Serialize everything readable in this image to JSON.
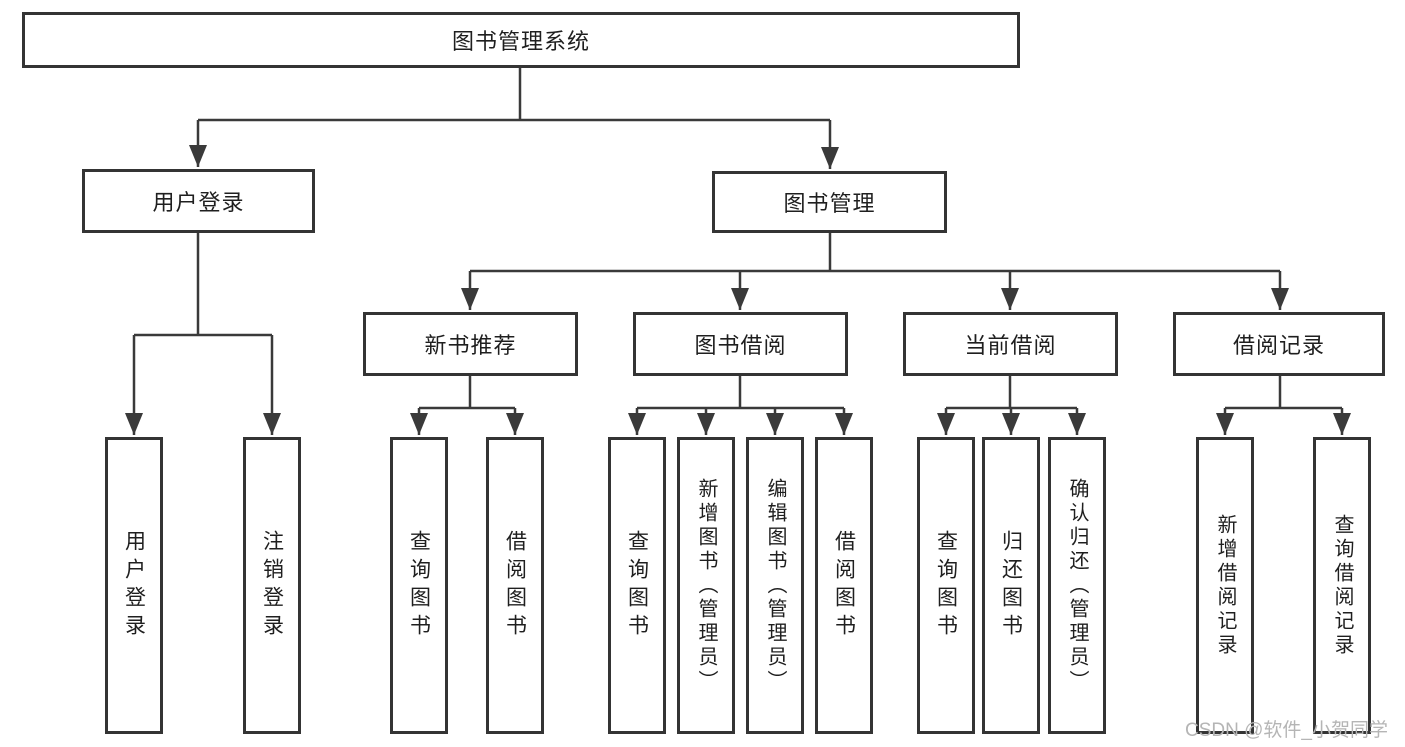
{
  "tree": {
    "root": {
      "label": "图书管理系统"
    },
    "branches": [
      {
        "label": "用户登录",
        "children": [
          {
            "label": "用户登录"
          },
          {
            "label": "注销登录"
          }
        ]
      },
      {
        "label": "图书管理",
        "sections": [
          {
            "label": "新书推荐",
            "children": [
              {
                "label": "查询图书"
              },
              {
                "label": "借阅图书"
              }
            ]
          },
          {
            "label": "图书借阅",
            "children": [
              {
                "label": "查询图书"
              },
              {
                "label": "新增图书（管理员）"
              },
              {
                "label": "编辑图书（管理员）"
              },
              {
                "label": "借阅图书"
              }
            ]
          },
          {
            "label": "当前借阅",
            "children": [
              {
                "label": "查询图书"
              },
              {
                "label": "归还图书"
              },
              {
                "label": "确认归还（管理员）"
              }
            ]
          },
          {
            "label": "借阅记录",
            "children": [
              {
                "label": "新增借阅记录"
              },
              {
                "label": "查询借阅记录"
              }
            ]
          }
        ]
      }
    ]
  },
  "watermark": "CSDN @软件_小贺同学",
  "colors": {
    "line": "#3a3a3a",
    "box_border": "#343434",
    "text": "#1f1f1f",
    "watermark": "#b5b5b5",
    "background": "#ffffff"
  }
}
